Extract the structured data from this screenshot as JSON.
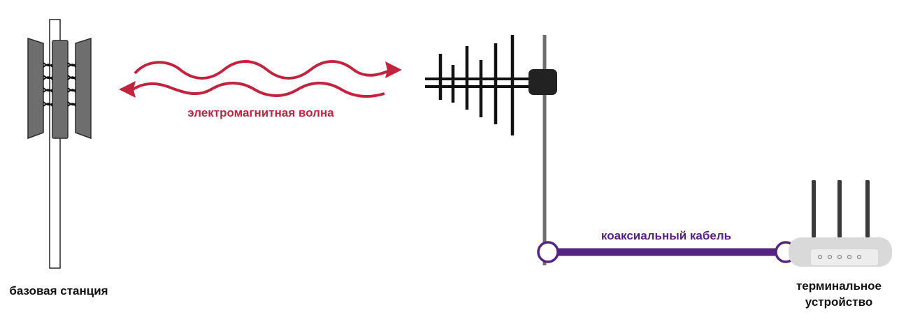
{
  "labels": {
    "base_station": "базовая станция",
    "em_wave": "электромагнитная волна",
    "coax_cable": "коаксиальный кабель",
    "terminal_line1": "терминальное",
    "terminal_line2": "устройство"
  },
  "colors": {
    "wave": "#c0243f",
    "cable": "#54257f",
    "panel": "#6e6e6e",
    "panel_stroke": "#2a2a2a",
    "mast": "#6f6f6f",
    "antenna": "#111111",
    "router_body": "#d9d9d9",
    "text": "#111111"
  },
  "icons": {
    "base_station": "base-station-tower-icon",
    "antenna": "yagi-antenna-icon",
    "router": "router-icon"
  }
}
